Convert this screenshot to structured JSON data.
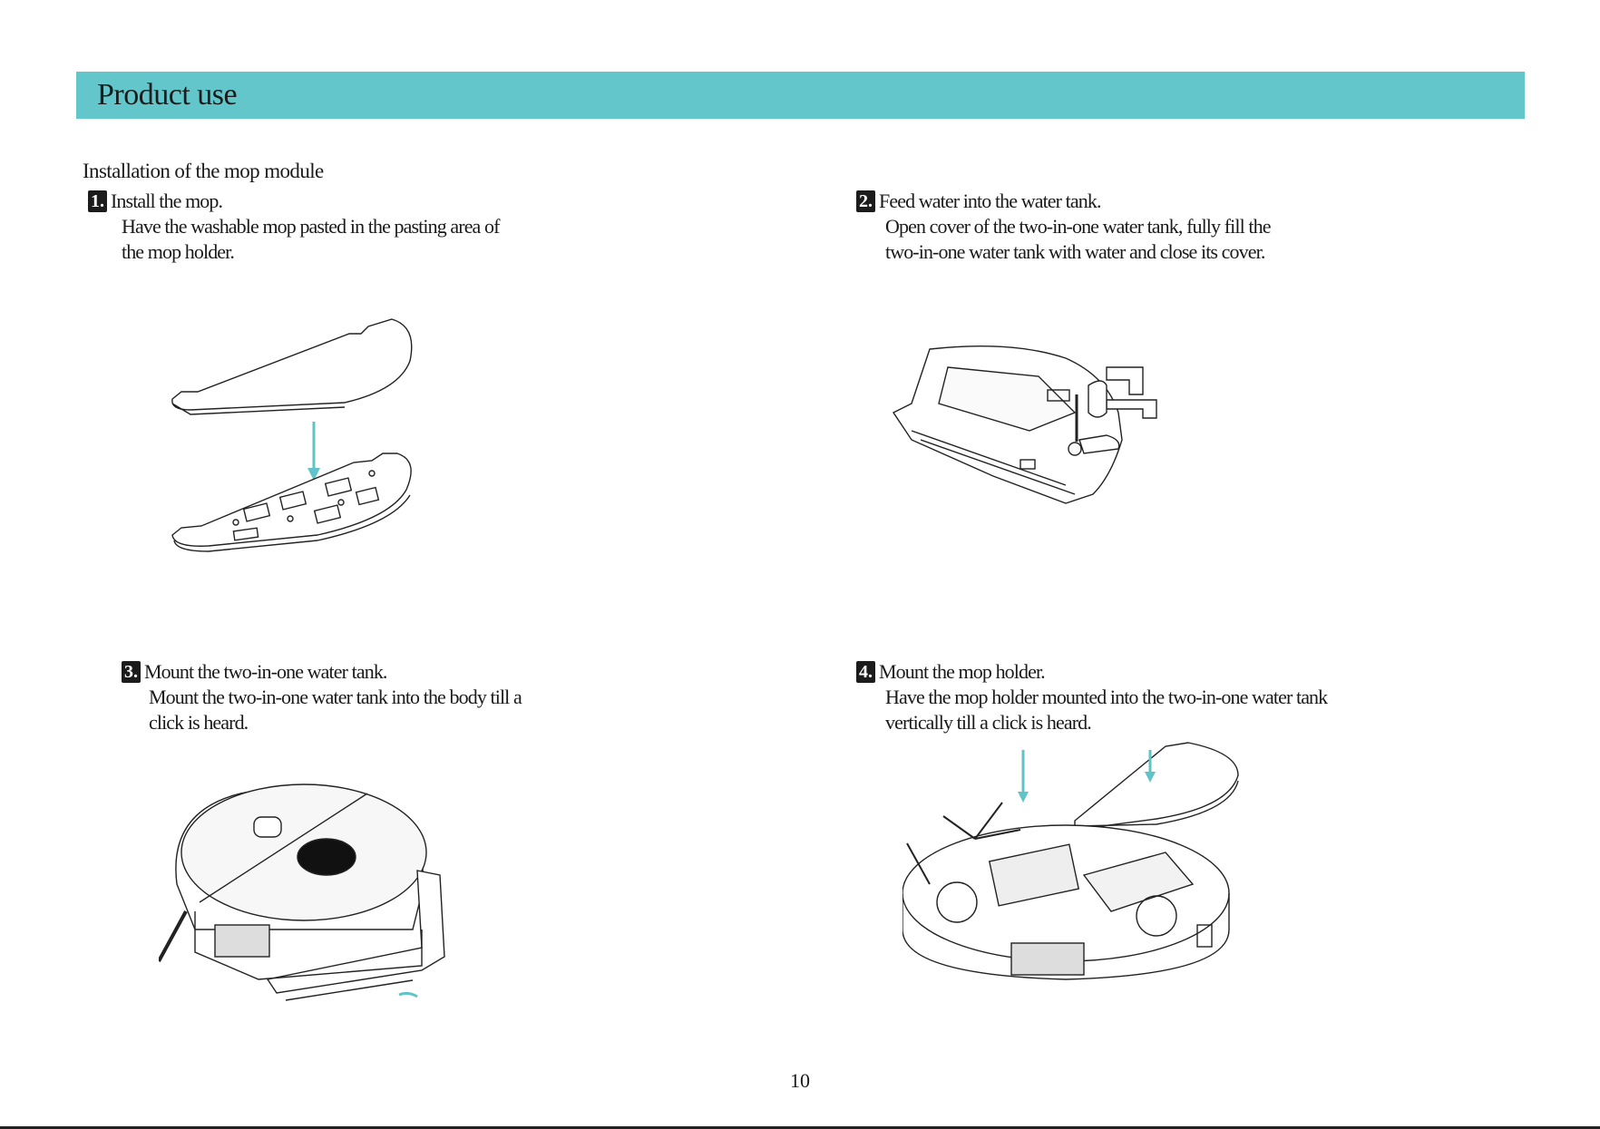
{
  "header": {
    "title": "Product use"
  },
  "section": {
    "title": "Installation of the mop module"
  },
  "steps": [
    {
      "number": "1.",
      "title": "Install the mop.",
      "lines": [
        "Have the washable mop pasted in the pasting area of",
        "the mop holder."
      ]
    },
    {
      "number": "2.",
      "title": "Feed water into the water tank.",
      "lines": [
        "Open cover of the two-in-one water tank, fully fill the",
        "two-in-one water tank with water and close its cover."
      ]
    },
    {
      "number": "3.",
      "title": "Mount the two-in-one water tank.",
      "lines": [
        "Mount the two-in-one water tank into the body till a",
        "click is heard."
      ]
    },
    {
      "number": "4.",
      "title": "Mount the mop holder.",
      "lines": [
        "Have the mop holder mounted into the two-in-one water tank",
        "vertically till a click is heard."
      ]
    }
  ],
  "footer": {
    "page_number": "10"
  },
  "colors": {
    "accent": "#62c6ca",
    "text": "#1a1a1a",
    "badge": "#1c1c1c"
  }
}
